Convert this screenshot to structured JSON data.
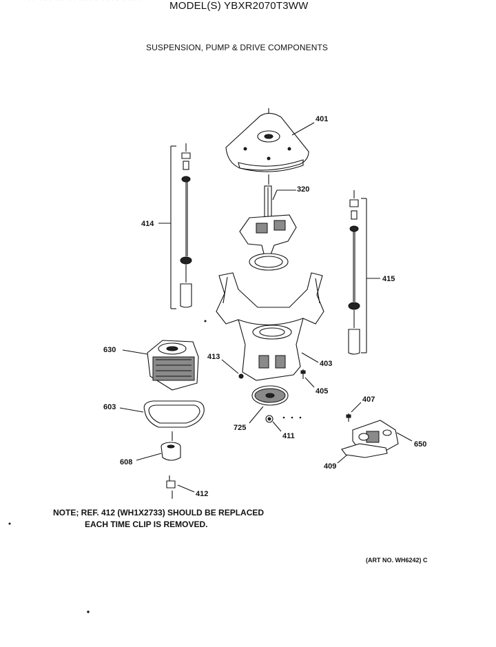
{
  "header": {
    "fragment": "~~ ~~~ ~~ ~~ ~~~~ ~~~~ ~~~~",
    "model": "MODEL(S) YBXR2070T3WW",
    "section": "SUSPENSION, PUMP & DRIVE COMPONENTS"
  },
  "parts": {
    "p401": "401",
    "p320": "320",
    "p414": "414",
    "p415": "415",
    "p630": "630",
    "p413": "413",
    "p403": "403",
    "p405": "405",
    "p603": "603",
    "p725": "725",
    "p411": "411",
    "p407": "407",
    "p650": "650",
    "p608": "608",
    "p409": "409",
    "p412": "412"
  },
  "note": {
    "line1": "NOTE; REF. 412 (WH1X2733) SHOULD BE REPLACED",
    "line2": "EACH TIME CLIP IS REMOVED."
  },
  "footer": {
    "art_no": "(ART NO. WH6242) C"
  }
}
